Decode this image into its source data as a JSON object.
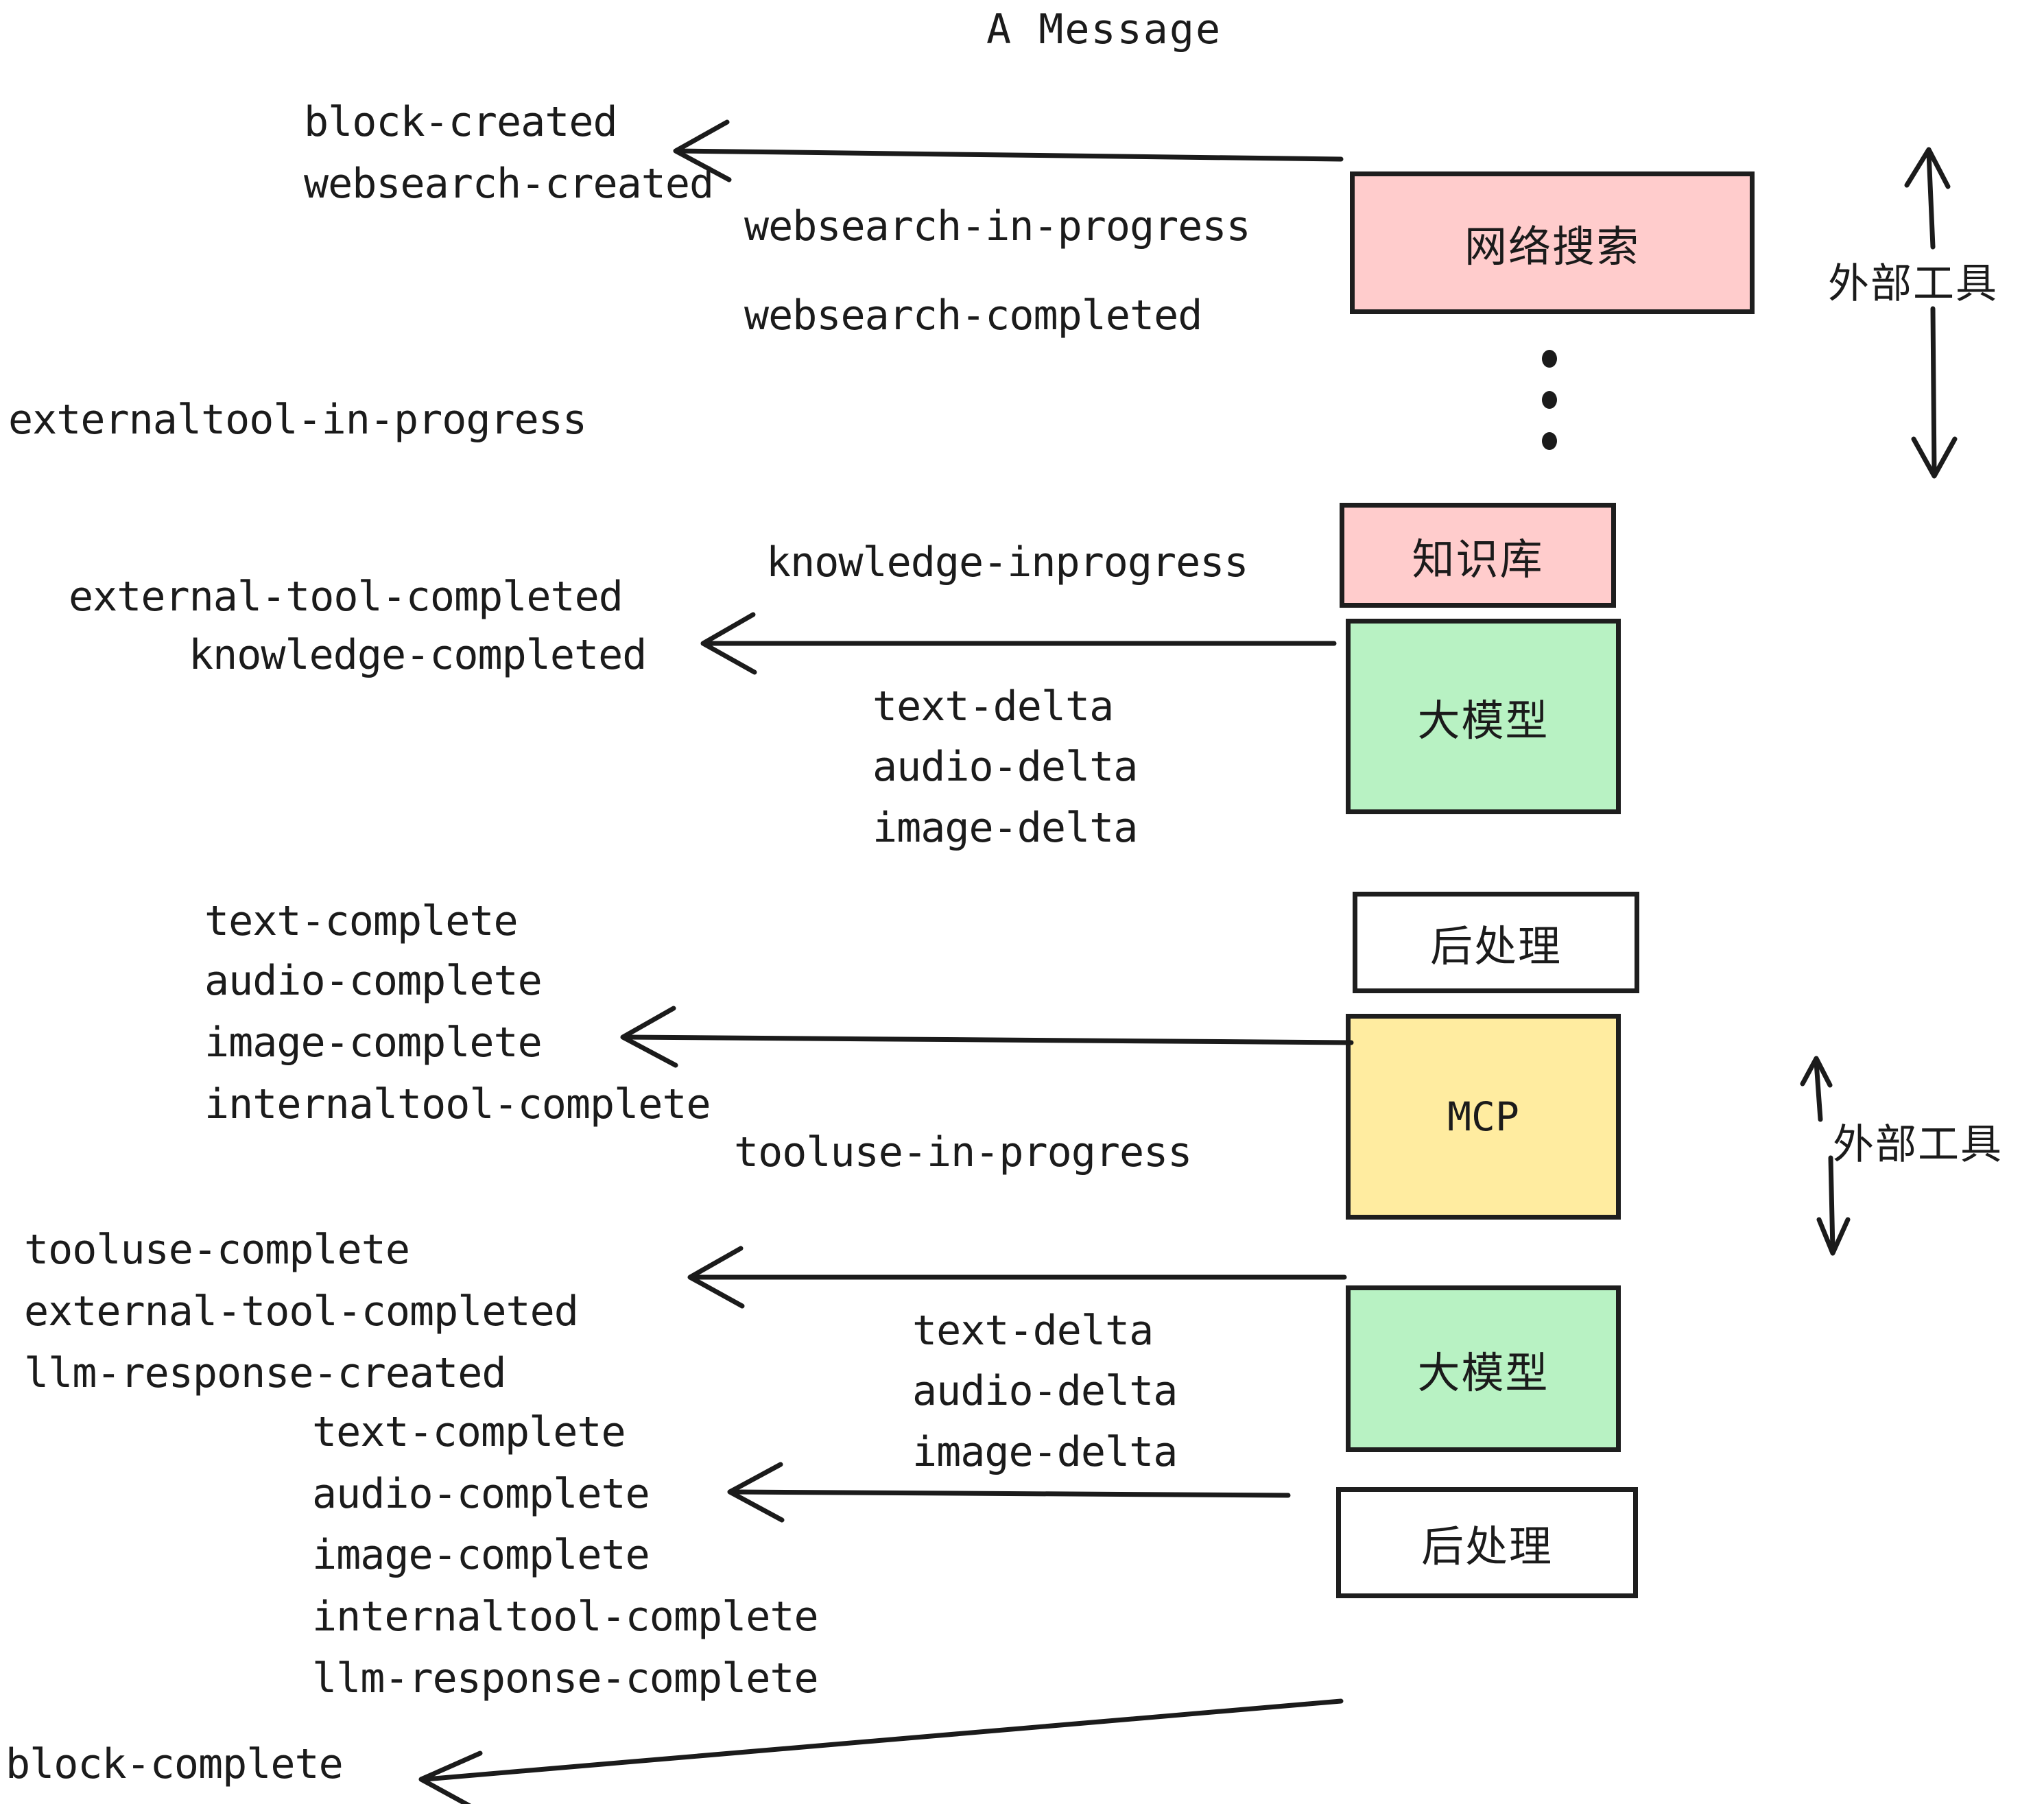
{
  "title": "A Message",
  "colors": {
    "pink": "#FFCCCC",
    "green": "#B8F2C3",
    "yellow": "#FFECA0",
    "white": "#FFFFFF",
    "stroke": "#1E1E1E",
    "text": "#1B1B1B"
  },
  "nodes": [
    {
      "id": "websearch",
      "label": "网络搜索",
      "fill": "#FFCCCC"
    },
    {
      "id": "knowledge",
      "label": "知识库",
      "fill": "#FFCCCC"
    },
    {
      "id": "llm1",
      "label": "大模型",
      "fill": "#B8F2C3"
    },
    {
      "id": "post1",
      "label": "后处理",
      "fill": "#FFFFFF"
    },
    {
      "id": "mcp",
      "label": "MCP",
      "fill": "#FFECA0"
    },
    {
      "id": "llm2",
      "label": "大模型",
      "fill": "#B8F2C3"
    },
    {
      "id": "post2",
      "label": "后处理",
      "fill": "#FFFFFF"
    }
  ],
  "group_labels": [
    {
      "id": "external-tools-top",
      "label": "外部工具"
    },
    {
      "id": "external-tools-bottom",
      "label": "外部工具"
    }
  ],
  "events": [
    {
      "id": "block-created",
      "text": "block-created"
    },
    {
      "id": "websearch-created",
      "text": "websearch-created"
    },
    {
      "id": "websearch-in-progress",
      "text": "websearch-in-progress"
    },
    {
      "id": "websearch-completed",
      "text": "websearch-completed"
    },
    {
      "id": "externaltool-in-progress",
      "text": "externaltool-in-progress"
    },
    {
      "id": "knowledge-inprogress",
      "text": "knowledge-inprogress"
    },
    {
      "id": "external-tool-completed-1",
      "text": "external-tool-completed"
    },
    {
      "id": "knowledge-completed",
      "text": "knowledge-completed"
    },
    {
      "id": "text-delta-1",
      "text": "text-delta"
    },
    {
      "id": "audio-delta-1",
      "text": "audio-delta"
    },
    {
      "id": "image-delta-1",
      "text": "image-delta"
    },
    {
      "id": "text-complete-1",
      "text": "text-complete"
    },
    {
      "id": "audio-complete-1",
      "text": "audio-complete"
    },
    {
      "id": "image-complete-1",
      "text": "image-complete"
    },
    {
      "id": "internaltool-complete-1",
      "text": "internaltool-complete"
    },
    {
      "id": "tooluse-in-progress",
      "text": "tooluse-in-progress"
    },
    {
      "id": "tooluse-complete",
      "text": "tooluse-complete"
    },
    {
      "id": "external-tool-completed-2",
      "text": "external-tool-completed"
    },
    {
      "id": "llm-response-created",
      "text": "llm-response-created"
    },
    {
      "id": "text-delta-2",
      "text": "text-delta"
    },
    {
      "id": "audio-delta-2",
      "text": "audio-delta"
    },
    {
      "id": "image-delta-2",
      "text": "image-delta"
    },
    {
      "id": "text-complete-2",
      "text": "text-complete"
    },
    {
      "id": "audio-complete-2",
      "text": "audio-complete"
    },
    {
      "id": "image-complete-2",
      "text": "image-complete"
    },
    {
      "id": "internaltool-complete-2",
      "text": "internaltool-complete"
    },
    {
      "id": "llm-response-complete",
      "text": "llm-response-complete"
    },
    {
      "id": "block-complete",
      "text": "block-complete"
    }
  ]
}
